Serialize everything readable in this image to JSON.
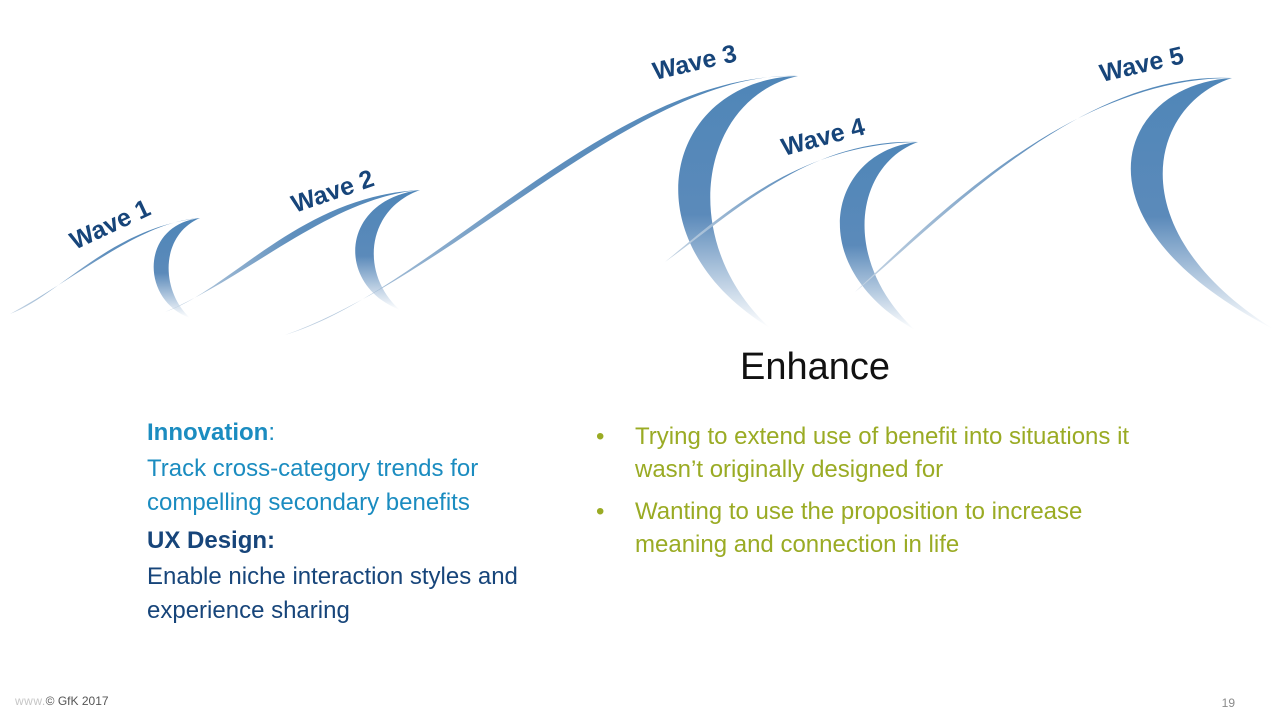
{
  "diagram": {
    "waves": [
      {
        "label": "Wave 1"
      },
      {
        "label": "Wave 2"
      },
      {
        "label": "Wave 3"
      },
      {
        "label": "Wave 4"
      },
      {
        "label": "Wave 5"
      }
    ],
    "colors": {
      "wave": "#4f86b8",
      "label": "#17457a"
    }
  },
  "main": {
    "heading": "Enhance"
  },
  "left": {
    "innovation_label": "Innovation",
    "innovation_colon": ":",
    "innovation_text": "Track cross-category trends for compelling secondary benefits",
    "ux_label": "UX Design:",
    "ux_text": "Enable niche interaction styles and experience sharing",
    "colors": {
      "innovation": "#1b8cc0",
      "ux": "#17457a"
    }
  },
  "bullets": {
    "marker": "•",
    "items": [
      "Trying to extend use of benefit into situations it wasn’t originally designed for",
      "Wanting to use the proposition to increase meaning and connection in life"
    ],
    "color": "#9aab24"
  },
  "footer": {
    "watermark": "www.",
    "copyright": "© GfK 2017",
    "page_number": "19"
  }
}
